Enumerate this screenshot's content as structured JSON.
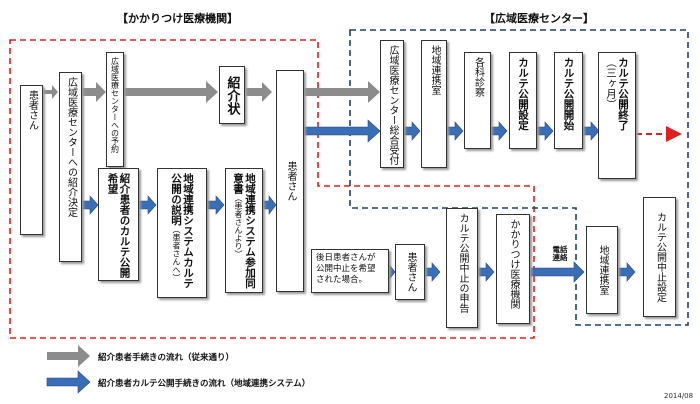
{
  "headers": {
    "left": "【かかりつけ医療機関】",
    "right": "【広域医療センター】"
  },
  "boxes": {
    "patient_left": "患者さん",
    "intro_decision": "広域医療センターへの紹介決定",
    "reservation": "広域医療センターへの予約",
    "karte_hope": "紹介患者のカルテ公開希望",
    "explain": "地域連携システムカルテ公開の説明",
    "explain_sub": "（患者さんへ）",
    "consent": "地域連携システム参加同意書",
    "consent_sub": "（患者さんより）",
    "referral_letter": "紹介状",
    "patient_mid": "患者さん",
    "reception": "広域医療センター総合受付",
    "liaison_room": "地域連携室",
    "departments": "各科診察",
    "karte_setting": "カルテ公開設定",
    "karte_start": "カルテ公開開始",
    "karte_end": "カルテ公開終了",
    "karte_end_sub": "（三ヶ月）",
    "patient_bottom": "患者さん",
    "stop_request": "カルテ公開中止の申告",
    "family_clinic": "かかりつけ医療機関",
    "liaison_room2": "地域連携室",
    "karte_stop": "カルテ公開中止設定"
  },
  "note": "後日患者さんが\n公開中止を希望\nされた場合。",
  "tel_label": "電話\n連絡",
  "legend": {
    "gray": "紹介患者手続きの流れ（従来通り）",
    "blue": "紹介患者カルテ公開手続きの流れ（地域連携システム）"
  },
  "date_stamp": "2014/08",
  "colors": {
    "gray_arrow": "#8c8c8c",
    "blue_arrow": "#3a6fb8",
    "red_dash": "#e0201e",
    "navy_dash": "#1f3f7a"
  }
}
